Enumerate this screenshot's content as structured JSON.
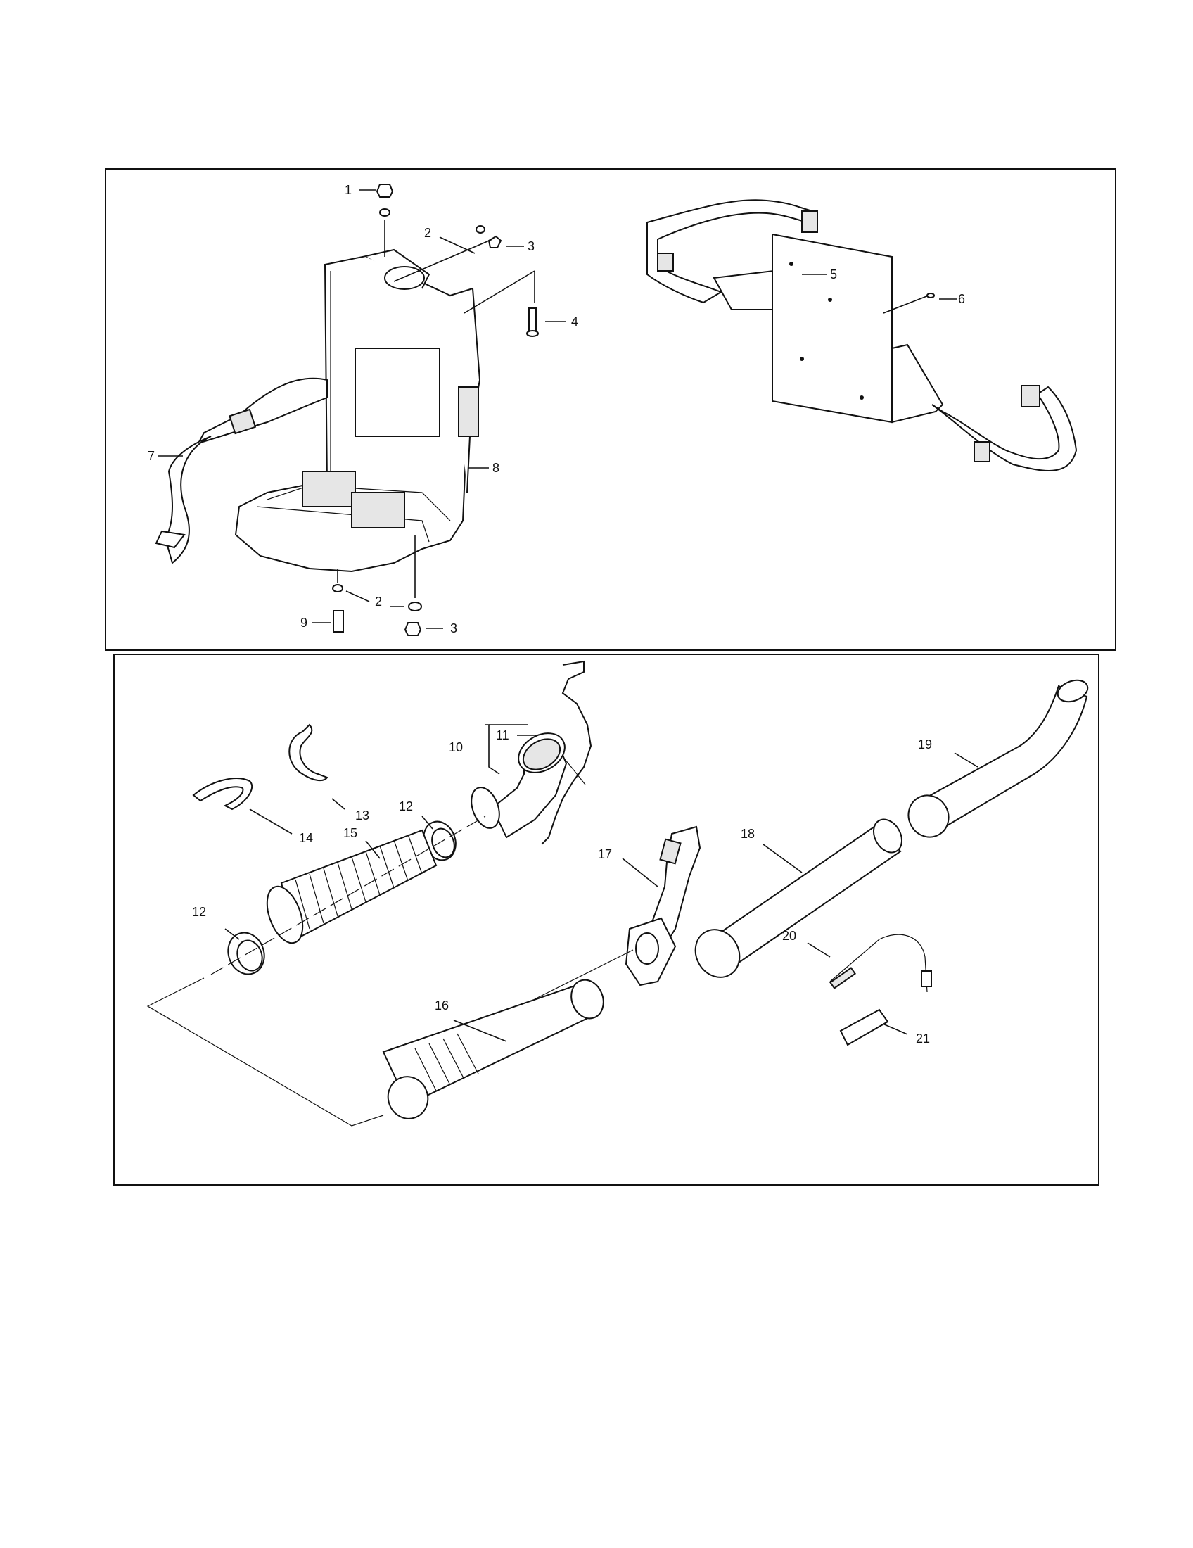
{
  "callouts": {
    "c1": "1",
    "c2a": "2",
    "c3a": "3",
    "c4": "4",
    "c5": "5",
    "c6": "6",
    "c7": "7",
    "c8": "8",
    "c2b": "2",
    "c9": "9",
    "c3b": "3",
    "c10": "10",
    "c11": "11",
    "c12a": "12",
    "c13": "13",
    "c14": "14",
    "c15": "15",
    "c12b": "12",
    "c16": "16",
    "c17": "17",
    "c18": "18",
    "c19": "19",
    "c20": "20",
    "c21": "21"
  }
}
